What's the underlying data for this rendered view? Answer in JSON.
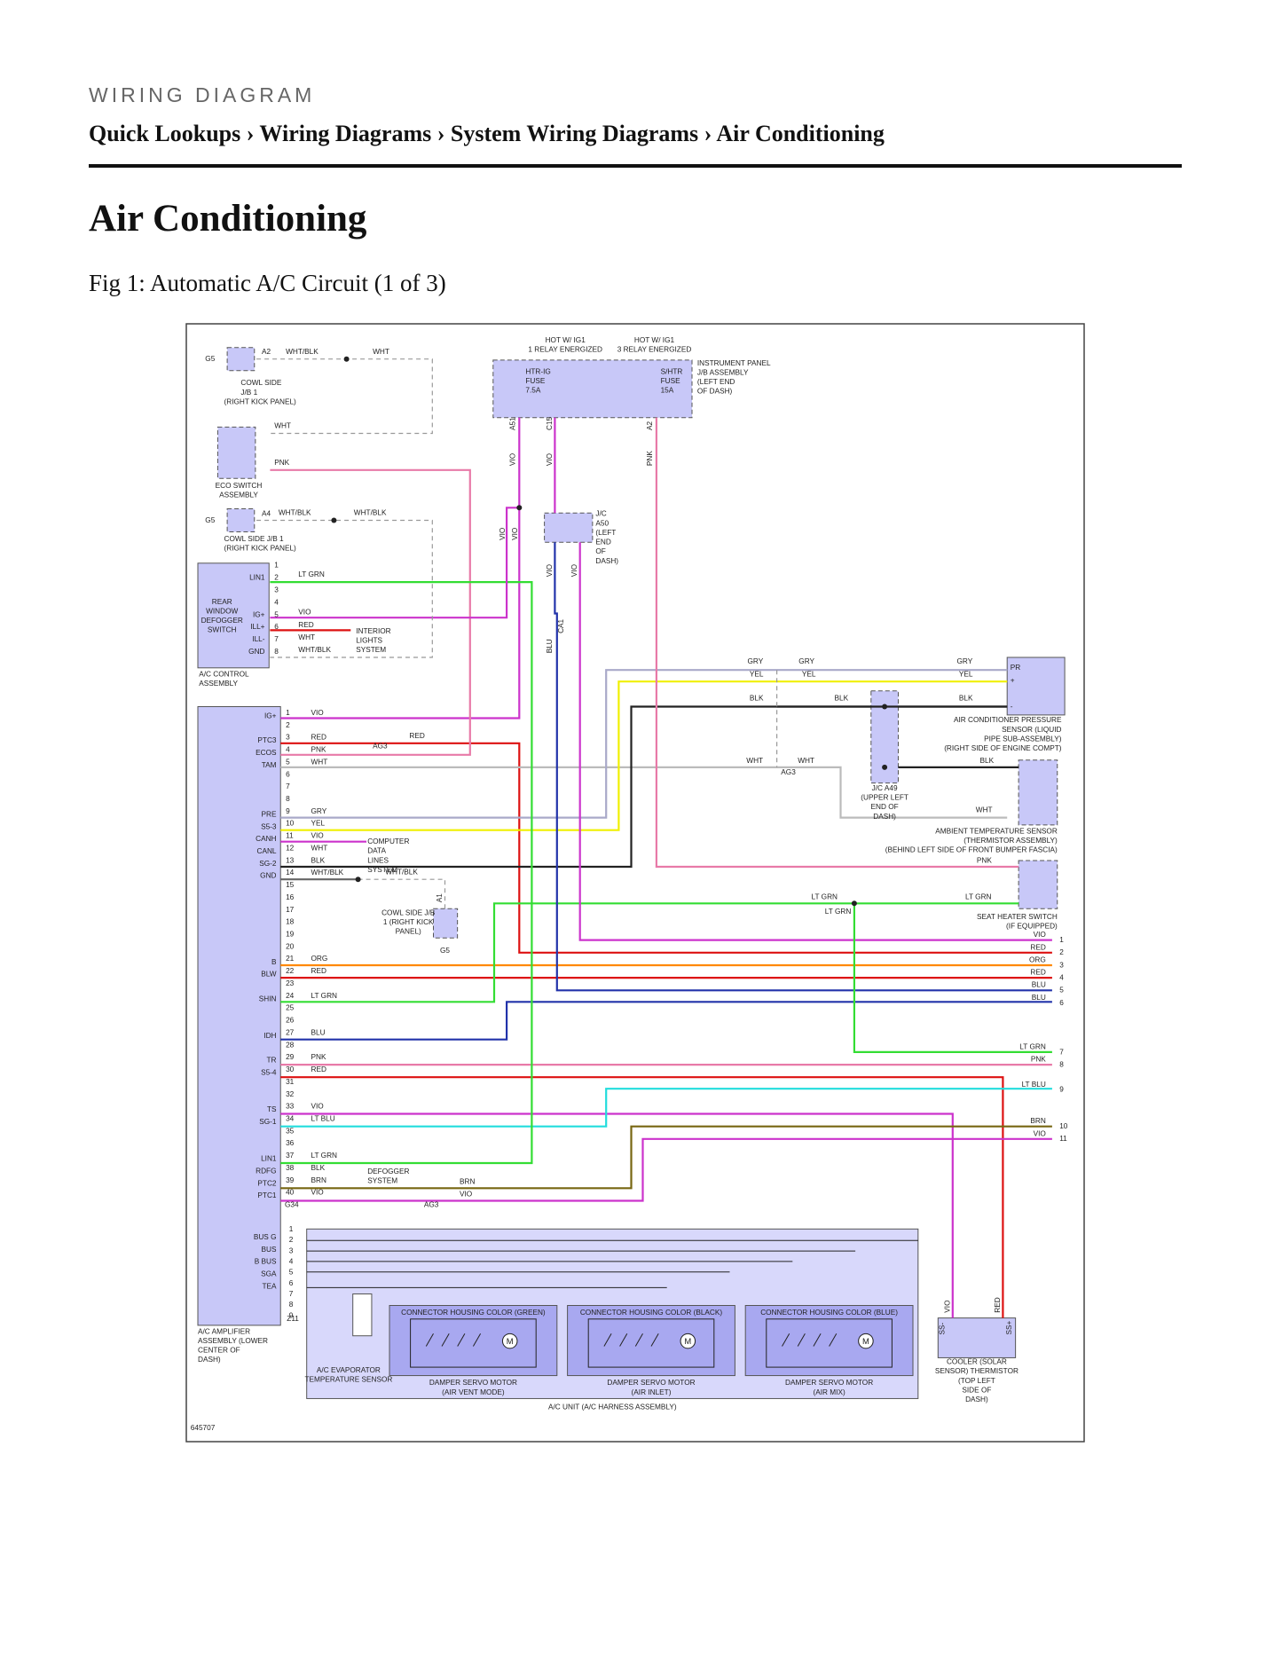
{
  "header": {
    "section_label": "WIRING DIAGRAM",
    "breadcrumb": "Quick Lookups › Wiring Diagrams › System Wiring Diagrams › Air Conditioning"
  },
  "page_title": "Air Conditioning",
  "figure_caption": "Fig 1: Automatic A/C Circuit (1 of 3)",
  "diagram": {
    "id_label": "645707",
    "wire_colors": {
      "VIO": "#cc33cc",
      "RED": "#dd1111",
      "PNK": "#e87aa8",
      "WHT": "#bbbbbb",
      "GRY": "#a9a9c9",
      "YEL": "#f0f000",
      "BLK": "#222222",
      "LTGRN": "#33dd33",
      "ORG": "#ff8800",
      "BLU": "#2233aa",
      "LTBLU": "#22dddd",
      "BRN": "#776611",
      "WHTBLK": "#666666",
      "comp_fill": "#c8c8f8"
    },
    "components": {
      "cowl_jb_top": "COWL SIDE J/B 1 (RIGHT KICK PANEL)",
      "ground_g5": "G5",
      "eco_switch": "ECO SWITCH ASSEMBLY",
      "cowl_jb_2": "COWL SIDE J/B 1 (RIGHT KICK PANEL)",
      "hot_ig1_1": "HOT W/ IG1 1 RELAY ENERGIZED",
      "hot_ig1_3": "HOT W/ IG1 3 RELAY ENERGIZED",
      "htr_fuse": "HTR-IG FUSE 7.5A",
      "shtr_fuse": "S/HTR FUSE 15A",
      "instrument_jb": "INSTRUMENT PANEL J/B ASSEMBLY (LEFT END OF DASH)",
      "jc_a50": "J/C A50 (LEFT END OF DASH)",
      "ac_control": "A/C CONTROL ASSEMBLY",
      "rear_defogger": "REAR WINDOW DEFOGGER SWITCH",
      "interior_lights": "INTERIOR LIGHTS SYSTEM",
      "ac_pressure": "AIR CONDITIONER PRESSURE SENSOR (LIQUID PIPE SUB-ASSEMBLY) (RIGHT SIDE OF ENGINE COMPT)",
      "jc_a49": "J/C A49 (UPPER LEFT END OF DASH)",
      "ambient_sensor": "AMBIENT TEMPERATURE SENSOR (THERMISTOR ASSEMBLY) (BEHIND LEFT SIDE OF FRONT BUMPER FASCIA)",
      "seat_heater": "SEAT HEATER SWITCH (IF EQUIPPED)",
      "computer_data": "COMPUTER DATA LINES SYSTEM",
      "cowl_jb_3": "COWL SIDE J/B 1 (RIGHT KICK PANEL)",
      "defogger_system": "DEFOGGER SYSTEM",
      "ac_amplifier": "A/C AMPLIFIER ASSEMBLY (LOWER CENTER OF DASH)",
      "evap_sensor": "A/C EVAPORATOR TEMPERATURE SENSOR",
      "servo_vent": "DAMPER SERVO MOTOR (AIR VENT MODE)",
      "servo_inlet": "DAMPER SERVO MOTOR (AIR INLET)",
      "servo_mix": "DAMPER SERVO MOTOR (AIR MIX)",
      "housing_green": "CONNECTOR HOUSING COLOR (GREEN)",
      "housing_black": "CONNECTOR HOUSING COLOR (BLACK)",
      "housing_blue": "CONNECTOR HOUSING COLOR (BLUE)",
      "ac_unit": "A/C UNIT (A/C HARNESS ASSEMBLY)",
      "cooler": "COOLER (SOLAR SENSOR) THERMISTOR (TOP LEFT SIDE OF DASH)"
    },
    "connectors": {
      "A2": "A2",
      "A4": "A4",
      "A51": "A51",
      "C15": "C15",
      "A2b": "A2",
      "AG3": "AG3",
      "CA1": "CA1",
      "G34": "G34",
      "Z11": "Z11",
      "A1": "A1"
    },
    "control_pins": [
      "",
      "LIN1",
      "",
      "",
      "IG+",
      "ILL+",
      "ILL-",
      "GND"
    ],
    "amp_pins": [
      "IG+",
      "",
      "PTC3",
      "ECOS",
      "TAM",
      "",
      "",
      "",
      "PRE",
      "S5-3",
      "CANH",
      "CANL",
      "SG-2",
      "GND",
      "",
      "",
      "",
      "",
      "",
      "",
      "B",
      "BLW",
      "",
      "SHIN",
      "",
      "",
      "IDH",
      "",
      "TR",
      "S5-4",
      "",
      "",
      "TS",
      "SG-1",
      "",
      "",
      "LIN1",
      "RDFG",
      "PTC2",
      "PTC1"
    ],
    "amp_wires": [
      "VIO",
      "",
      "RED",
      "PNK",
      "WHT",
      "",
      "",
      "",
      "GRY",
      "YEL",
      "VIO",
      "WHT",
      "BLK",
      "WHT/BLK",
      "",
      "",
      "",
      "",
      "",
      "",
      "ORG",
      "RED",
      "",
      "LT GRN",
      "",
      "",
      "BLU",
      "",
      "PNK",
      "RED",
      "",
      "",
      "VIO",
      "LT BLU",
      "",
      "",
      "LT GRN",
      "BLK",
      "BRN",
      "VIO"
    ],
    "amp_lower_pins": [
      "BUS G",
      "BUS",
      "B BUS",
      "SGA",
      "TEA"
    ],
    "right_labels": [
      "VIO",
      "RED",
      "ORG",
      "RED",
      "BLU",
      "BLU",
      "LT GRN",
      "PNK",
      "LT BLU",
      "BRN",
      "VIO"
    ],
    "misc": {
      "wht_blk": "WHT/BLK",
      "wht": "WHT",
      "pnk": "PNK",
      "vio": "VIO",
      "red": "RED",
      "blk": "BLK",
      "gry": "GRY",
      "yel": "YEL",
      "ltgrn": "LT GRN",
      "blu": "BLU",
      "brn": "BRN",
      "org": "ORG",
      "ltblu": "LT BLU",
      "pr": "PR",
      "plus": "+",
      "minus": "-",
      "ss_minus": "SS-",
      "ss_plus": "SS+",
      "m": "M"
    }
  }
}
